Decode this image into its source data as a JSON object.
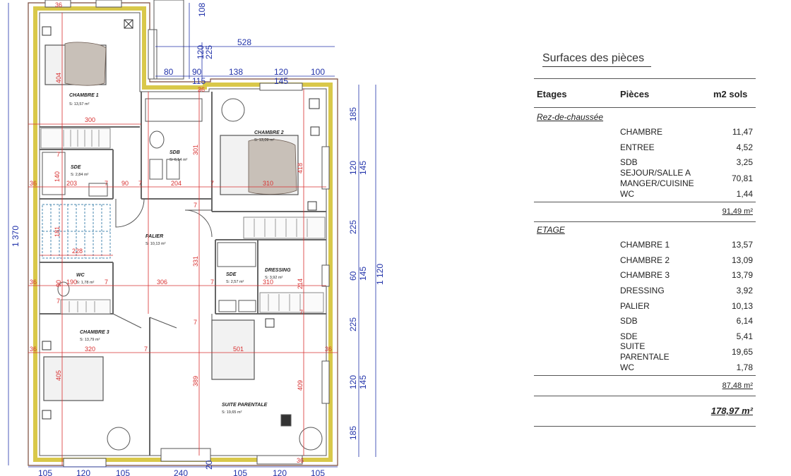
{
  "plan": {
    "rooms": [
      {
        "name": "CHAMBRE 1",
        "area": "S: 13,57 m²"
      },
      {
        "name": "CHAMBRE 2",
        "area": "S: 13,09 m²"
      },
      {
        "name": "SDB",
        "area": "S: 6,14 m²"
      },
      {
        "name": "SDE",
        "area": "S: 2,84 m²"
      },
      {
        "name": "PALIER",
        "area": "S: 10,13 m²"
      },
      {
        "name": "WC",
        "area": "S: 1,78 m²"
      },
      {
        "name": "SDE",
        "area": "S: 2,57 m²"
      },
      {
        "name": "DRESSING",
        "area": "S: 3,92 m²"
      },
      {
        "name": "CHAMBRE 3",
        "area": "S: 13,79 m²"
      },
      {
        "name": "SUITE PARENTALE",
        "area": "S: 19,65 m²"
      }
    ],
    "dims_blue": [
      "108",
      "528",
      "120",
      "225",
      "80",
      "90",
      "138",
      "120",
      "100",
      "145",
      "115",
      "185",
      "120",
      "145",
      "225",
      "60",
      "145",
      "1 120",
      "225",
      "120",
      "145",
      "185",
      "1 370",
      "105",
      "120",
      "105",
      "240",
      "105",
      "120",
      "105",
      "20"
    ],
    "dims_red": [
      "36",
      "300",
      "404",
      "301",
      "418",
      "36",
      "203",
      "7",
      "90",
      "7",
      "204",
      "7",
      "310",
      "181",
      "228",
      "36",
      "190",
      "7",
      "306",
      "7",
      "310",
      "214",
      "331",
      "36",
      "320",
      "7",
      "501",
      "36",
      "405",
      "389",
      "409",
      "140",
      "7",
      "36",
      "36",
      "90",
      "7",
      "7",
      "7",
      "7"
    ]
  },
  "table": {
    "title": "Surfaces des pièces",
    "headers": {
      "etages": "Etages",
      "pieces": "Pièces",
      "m2": "m2 sols"
    },
    "sections": [
      {
        "name": "Rez-de-chaussée",
        "rooms": [
          {
            "label": "CHAMBRE",
            "value": "11,47"
          },
          {
            "label": "ENTREE",
            "value": "4,52"
          },
          {
            "label": "SDB",
            "value": "3,25"
          },
          {
            "label": "SEJOUR/SALLE A",
            "label2": "MANGER/CUISINE",
            "value": "70,81"
          },
          {
            "label": "WC",
            "value": "1,44"
          }
        ],
        "subtotal": "91,49 m²"
      },
      {
        "name": "ETAGE",
        "rooms": [
          {
            "label": "CHAMBRE 1",
            "value": "13,57"
          },
          {
            "label": "CHAMBRE 2",
            "value": "13,09"
          },
          {
            "label": "CHAMBRE 3",
            "value": "13,79"
          },
          {
            "label": "DRESSING",
            "value": "3,92"
          },
          {
            "label": "PALIER",
            "value": "10,13"
          },
          {
            "label": "SDB",
            "value": "6,14"
          },
          {
            "label": "SDE",
            "value": "5,41"
          },
          {
            "label": "SUITE",
            "label2": "PARENTALE",
            "value": "19,65"
          },
          {
            "label": "WC",
            "value": "1,78"
          }
        ],
        "subtotal": "87,48 m²"
      }
    ],
    "total": "178,97 m²"
  }
}
